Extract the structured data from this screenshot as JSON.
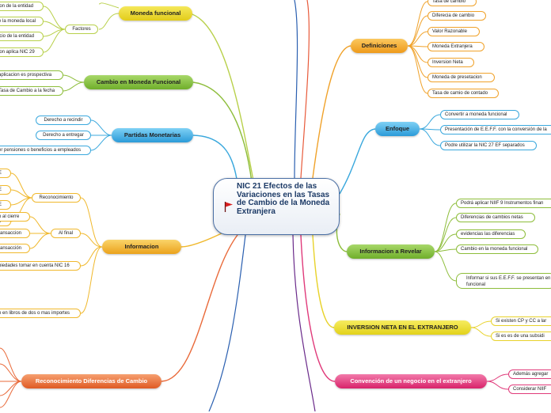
{
  "central": {
    "title": "NIC 21 Efectos de las Variaciones en las Tasas de Cambio de la Moneda Extranjera"
  },
  "branches": {
    "moneda_funcional": "Moneda funcional",
    "factores": "Factores",
    "mf_items": [
      "ion de la entidad",
      "e la moneda local",
      "icio de la entidad",
      "ion aplica NIC 29"
    ],
    "cambio_mf": "Cambio en Moneda Funcional",
    "cmf_items": [
      "aplicacion  es prospectiva",
      "Tasa de Cambio a la fecha"
    ],
    "partidas": "Partidas Monetarias",
    "pm_items": [
      "Derecho a recindir",
      "Derecho a entregar",
      "er pensiones o beneficios a empleados"
    ],
    "informacion": "Informacion",
    "reconocimiento": "Reconocimiento",
    "rec_items": [
      "E",
      "E",
      "E",
      "n"
    ],
    "al_final": "Al final",
    "af_items": [
      "o al cierre",
      "ransaccion",
      "ransacción"
    ],
    "info_items": [
      "piedades tomar en cuenta NIC 16",
      "n en libros de dos o mas importes"
    ],
    "reconocimiento_dif": "Reconocimiento Diferencias de Cambio",
    "definiciones": "Definiciones",
    "def_items": [
      "Tasa de cambio",
      "Diferecia de cambio",
      "Valor Razonable",
      "Moneda Extranjera",
      "Inversion Neta",
      "Moneda de presetacion",
      "Tasa de camio de contado"
    ],
    "enfoque": "Enfoque",
    "enf_items": [
      "Convertir a moneda funcional",
      "Presentación de E.E.F.F. con la conversión de la",
      "Podre utilizar la NIC 27 EF separados"
    ],
    "info_revelar": "Informacion a Revelar",
    "rev_items": [
      "Podrá aplicar NIIF 9  Instrumentos finan",
      "Diferencias de cambios netas",
      "evidencias las diferencias",
      "Cambio en la moneda funcional",
      "Informar si sus E.E.F.F. se presentan en funcional"
    ],
    "inversion_neta": "INVERSION NETA EN EL EXTRANJERO",
    "in_items": [
      "Si existen CP y CC a lar",
      "Si es es de una subsidi"
    ],
    "convencion": "Convención de un negocio en el extranjero",
    "conv_items": [
      "Además agregar",
      "Considerar NIIF"
    ]
  }
}
